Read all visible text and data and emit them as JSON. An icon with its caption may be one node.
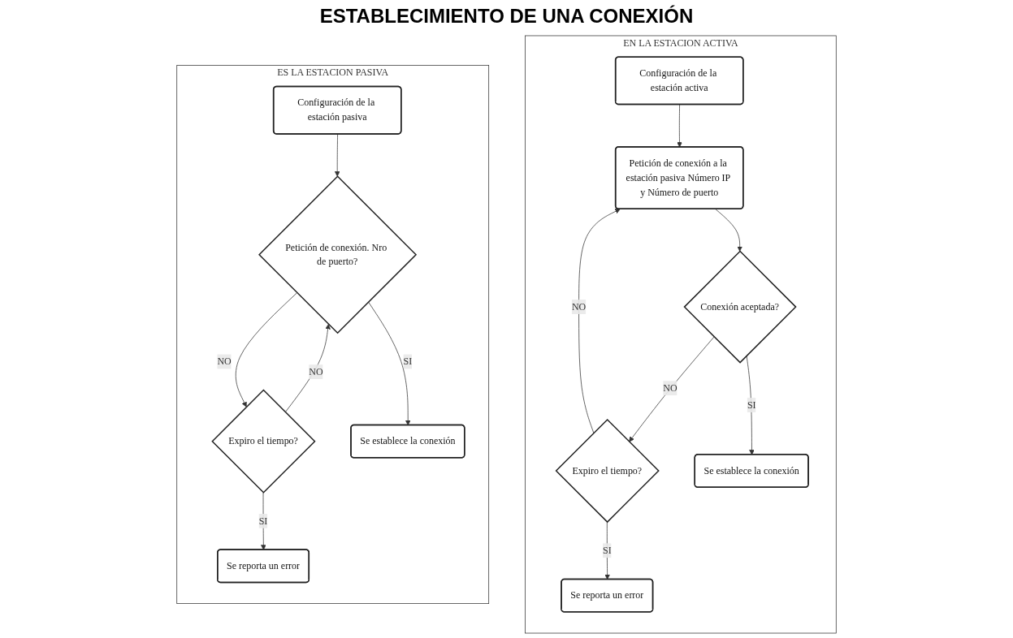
{
  "diagram": {
    "title": "ESTABLECIMIENTO DE UNA CONEXIÓN",
    "nodes": [
      {
        "text": [
          "EN LA ESTACION ACTIVA"
        ]
      },
      {
        "text": [
          "Configuración de la estación activa"
        ],
        "in": 0
      },
      {
        "text": [
          "Petición de conexión a la estación pasiva Número IP y Número de puerto"
        ],
        "in": 0
      },
      {
        "text": [
          "Conexión aceptada?"
        ],
        "in": 0
      },
      {
        "text": [
          "Expiro el tiempo?"
        ],
        "in": 0
      },
      {
        "text": [
          "Se establece la conexión"
        ],
        "in": 0
      },
      {
        "text": [
          "Se reporta un error"
        ],
        "in": 0
      },
      {
        "text": [
          "ES LA ESTACION PASIVA"
        ]
      },
      {
        "text": [
          "Configuración de la estación pasiva"
        ],
        "in": 7
      },
      {
        "text": [
          "Petición de conexión. Nro de puerto?"
        ],
        "in": 7
      },
      {
        "text": [
          "Expiro el tiempo?"
        ],
        "in": 7
      },
      {
        "text": [
          "Se establece la conexión"
        ],
        "in": 7
      },
      {
        "text": [
          "Se reporta un error"
        ],
        "in": 7
      }
    ],
    "edges": [
      {
        "from": 1,
        "to": 2,
        "arrow": "to"
      },
      {
        "from": 2,
        "to": 3,
        "arrow": "to"
      },
      {
        "from": 3,
        "to": 4,
        "label": "NO",
        "arrow": "to"
      },
      {
        "from": 3,
        "to": 5,
        "label": "SI",
        "arrow": "to"
      },
      {
        "from": 4,
        "to": 6,
        "label": "SI",
        "arrow": "to"
      },
      {
        "from": 4,
        "to": 2,
        "label": "NO",
        "arrow": "to"
      },
      {
        "from": 8,
        "to": 9,
        "arrow": "to"
      },
      {
        "from": 9,
        "to": 10,
        "label": "NO",
        "arrow": "to"
      },
      {
        "from": 9,
        "to": 11,
        "label": "SI",
        "arrow": "to"
      },
      {
        "from": 10,
        "to": 12,
        "label": "SI",
        "arrow": "to"
      },
      {
        "from": 10,
        "to": 9,
        "label": "NO",
        "arrow": "to"
      }
    ]
  }
}
